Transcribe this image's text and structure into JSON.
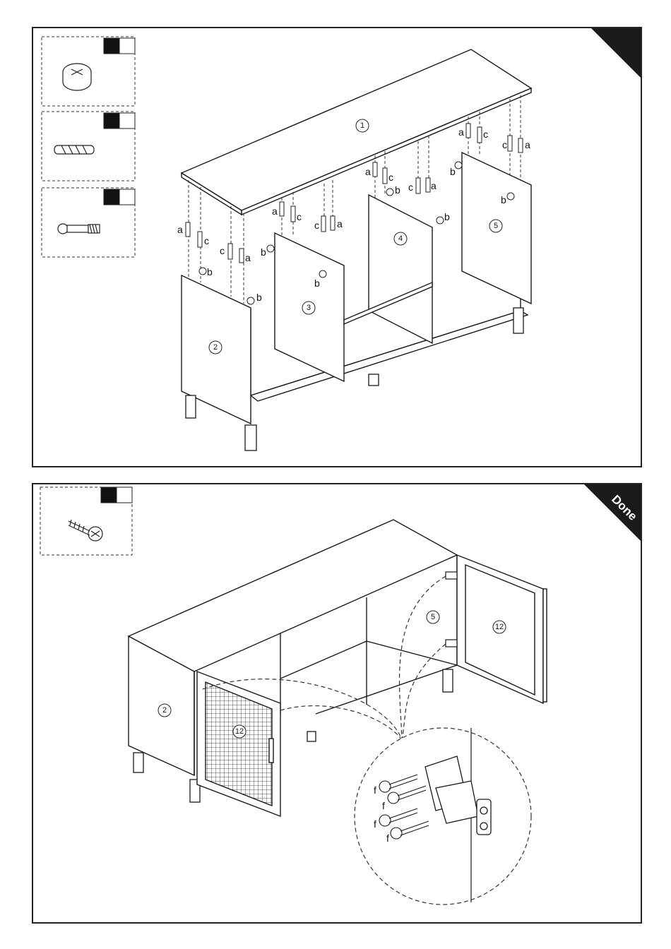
{
  "step1": {
    "part_labels": [
      "1",
      "2",
      "3",
      "4",
      "5"
    ],
    "hardware_letters": {
      "a": "a",
      "b": "b",
      "c": "c"
    },
    "fittings": [
      "cam-lock",
      "wooden-dowel",
      "cam-bolt"
    ]
  },
  "step2": {
    "part_labels": {
      "side": "2",
      "door": "12",
      "panel": "5",
      "door_right": "12"
    },
    "hardware_letter": "f",
    "fittings": [
      "screw"
    ],
    "corner_label": "Done"
  },
  "colors": {
    "line": "#1a1a1a",
    "mesh": "#555555",
    "corner": "#1a1a1a"
  }
}
